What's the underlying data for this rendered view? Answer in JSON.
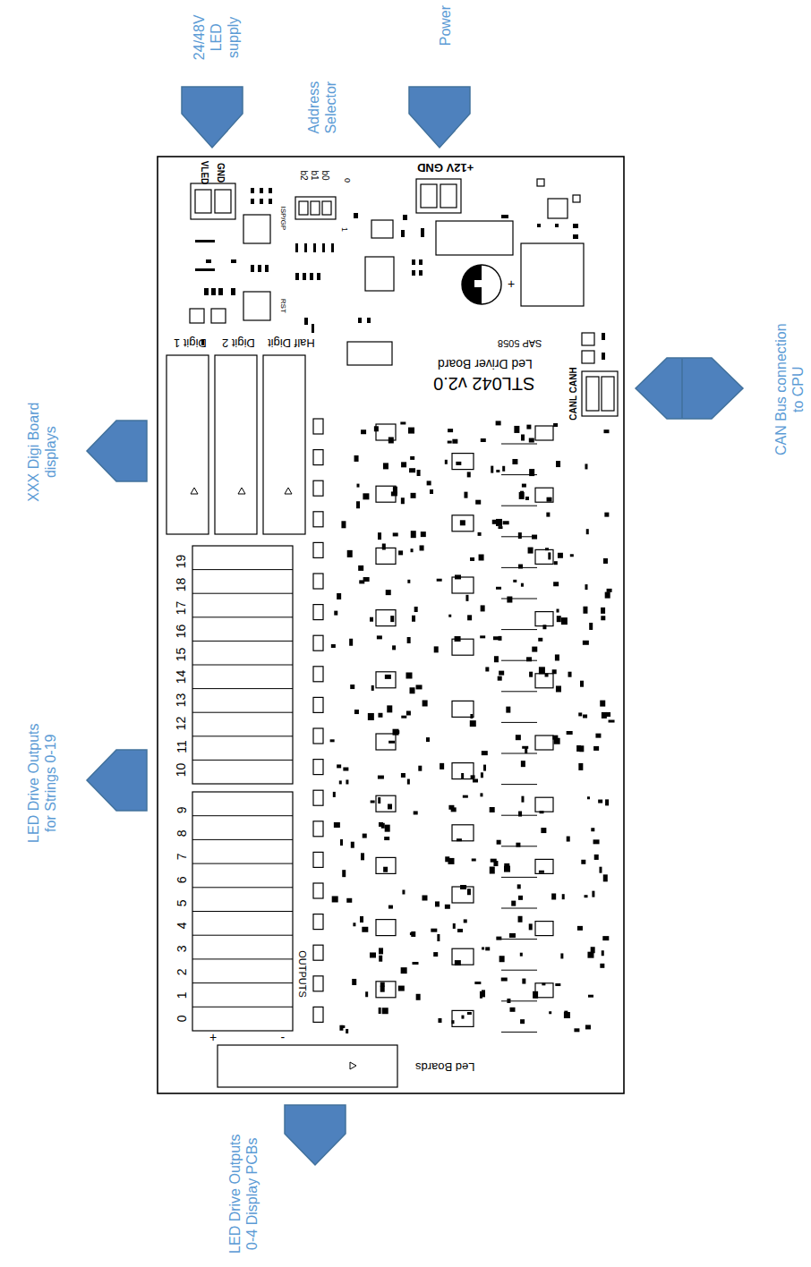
{
  "diagram": {
    "labels": [
      "24/48V LED supply",
      "Address Selector",
      "Power",
      "VLED",
      "GND",
      "b2",
      "b1",
      "b0",
      "0",
      "1",
      "+12V GND",
      "+",
      "ISP/GP",
      "RST",
      "SAP 5058",
      "Digit 1",
      "Digit 2",
      "Half Digit",
      "Led Driver Board",
      "STL042 v2.0",
      "CANL CANH",
      "CAN Bus connection to CPU",
      "XXX Digi Board displays",
      "0",
      "1",
      "2",
      "3",
      "4",
      "5",
      "6",
      "7",
      "8",
      "9",
      "10",
      "11",
      "12",
      "13",
      "14",
      "15",
      "16",
      "17",
      "18",
      "19",
      "LED Drive Outputs for Strings 0-19",
      "+",
      "-",
      "OUTPUTS",
      "Led Boards",
      "LED Drive Outputs 0-4 Display PCBs"
    ]
  }
}
